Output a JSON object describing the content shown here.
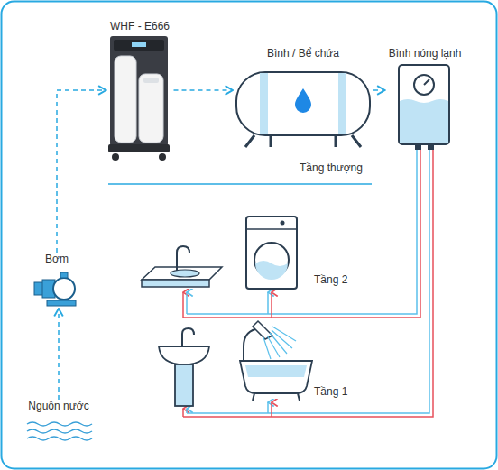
{
  "diagram": {
    "nodes": [
      {
        "text": [
          "WHF - E666"
        ]
      },
      {
        "text": [
          "Bình / Bể chứa"
        ]
      },
      {
        "text": [
          "Bình nóng lạnh"
        ]
      },
      {
        "text": [
          "Bơm"
        ]
      },
      {
        "text": [
          "Nguồn nước"
        ]
      }
    ],
    "edges": [
      {
        "from": 4,
        "to": 3,
        "arrow": "to"
      },
      {
        "from": 3,
        "to": 0,
        "arrow": "to"
      },
      {
        "from": 0,
        "to": 1,
        "arrow": "to"
      },
      {
        "from": 1,
        "to": 2,
        "arrow": "to"
      }
    ],
    "labels": [
      "Tầng thượng",
      "Tầng 2",
      "Tầng 1"
    ]
  }
}
